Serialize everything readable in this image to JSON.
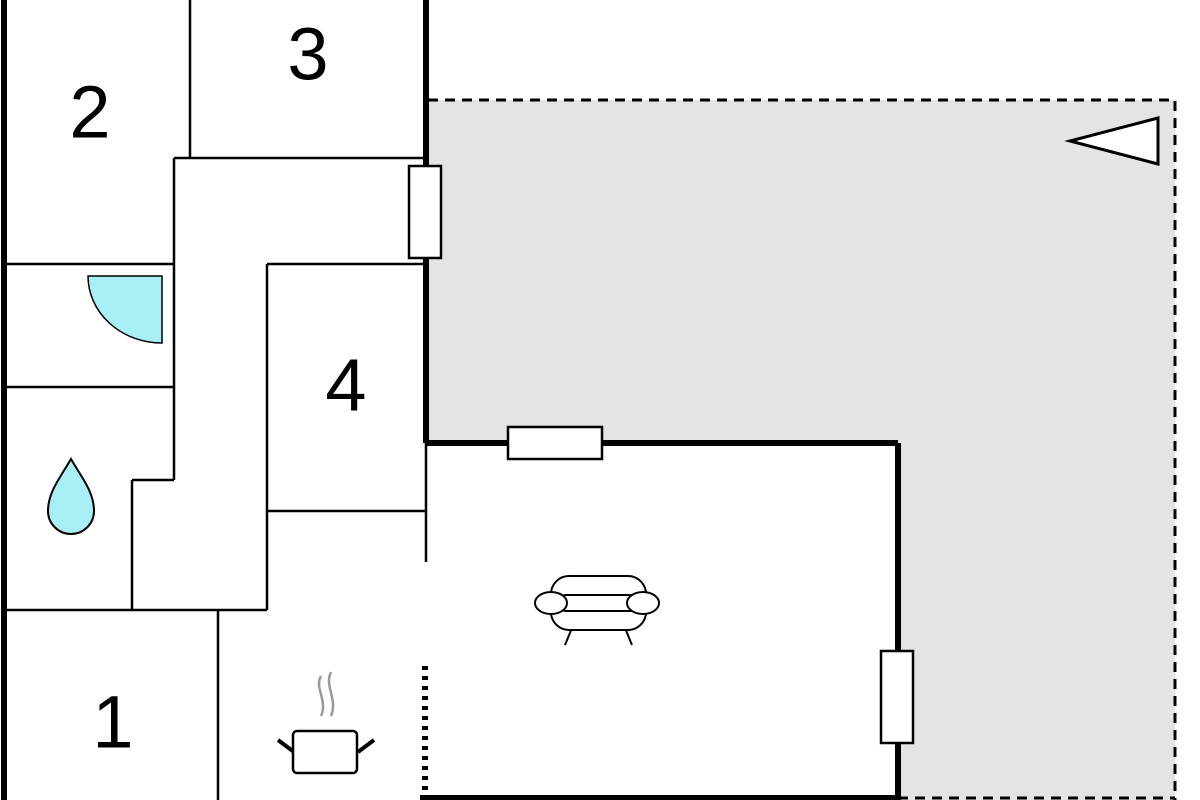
{
  "floor_plan": {
    "rooms": [
      {
        "id": "room-1",
        "label": "1"
      },
      {
        "id": "room-2",
        "label": "2"
      },
      {
        "id": "room-3",
        "label": "3"
      },
      {
        "id": "room-4",
        "label": "4"
      }
    ],
    "terrace": {
      "fill_color": "#e4e4e4"
    },
    "fixtures_color": "#a8f0f5",
    "icons": [
      "shower-icon",
      "water-drop-icon",
      "sofa-icon",
      "cooking-pot-icon",
      "north-arrow-icon"
    ]
  }
}
